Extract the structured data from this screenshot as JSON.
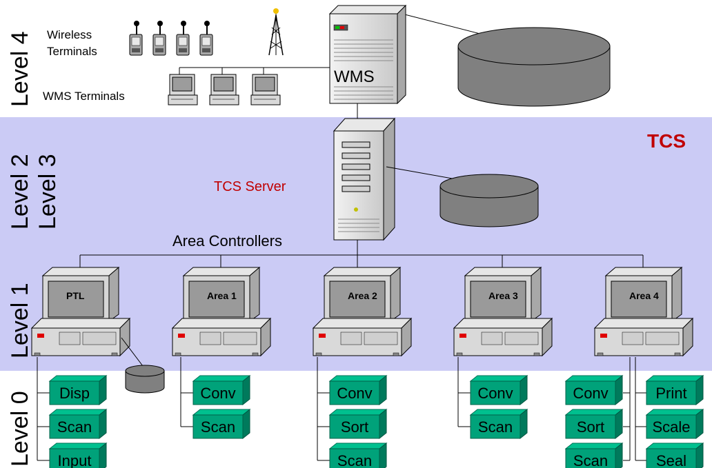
{
  "levels": {
    "level4": "Level 4",
    "level23a": "Level 2",
    "level23b": "Level 3",
    "level1": "Level 1",
    "level0": "Level 0"
  },
  "labels": {
    "wireless_terminals": [
      "Wireless",
      "Terminals"
    ],
    "wms_terminals": "WMS Terminals",
    "wms": "WMS",
    "tcs": "TCS",
    "tcs_server": "TCS Server",
    "area_controllers": "Area Controllers"
  },
  "controllers": [
    "PTL",
    "Area 1",
    "Area 2",
    "Area 3",
    "Area 4"
  ],
  "devices": {
    "ptl": [
      "Disp",
      "Scan",
      "Input"
    ],
    "area1": [
      "Conv",
      "Scan"
    ],
    "area2": [
      "Conv",
      "Sort",
      "Scan"
    ],
    "area3": [
      "Conv",
      "Scan"
    ],
    "area4_left": [
      "Conv",
      "Sort",
      "Scan"
    ],
    "area4_right": [
      "Print",
      "Scale",
      "Seal"
    ]
  },
  "colors": {
    "tcs_band": "#cbcbf5",
    "tcs_red": "#c00000",
    "device_green": "#00a27a",
    "disk_gray": "#808080"
  }
}
